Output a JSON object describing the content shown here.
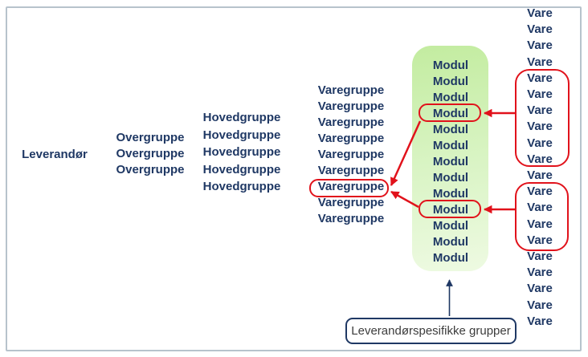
{
  "colors": {
    "background": "#ffffff",
    "node_text": "#1f3864",
    "highlight_red": "#e1121b",
    "green_box_top": "#c3eca0",
    "green_box_mid": "#d9f4c4",
    "green_box_bottom": "#eefae2",
    "frame_border": "#b7c3cc",
    "annotation_border": "#1f3864",
    "annotation_text": "#3c3c3c"
  },
  "columns": [
    {
      "id": "leverandor",
      "label": "Leverandør",
      "count": 1
    },
    {
      "id": "overgruppe",
      "label": "Overgruppe",
      "count": 3
    },
    {
      "id": "hovedgruppe",
      "label": "Hovedgruppe",
      "count": 5
    },
    {
      "id": "varegruppe",
      "label": "Varegruppe",
      "count": 9,
      "highlighted_items": [
        7
      ]
    },
    {
      "id": "modul",
      "label": "Modul",
      "count": 13,
      "highlighted_items": [
        4,
        10
      ]
    },
    {
      "id": "vare",
      "label": "Vare",
      "count": 20,
      "highlighted_item_ranges": [
        [
          5,
          10
        ],
        [
          12,
          15
        ]
      ]
    }
  ],
  "annotation": {
    "label": "Leverandørspesifikke grupper"
  }
}
